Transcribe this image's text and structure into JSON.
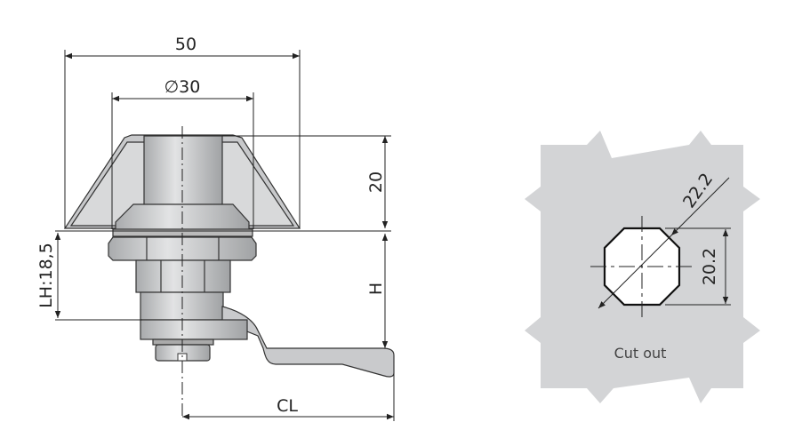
{
  "left_drawing": {
    "dim_width": "50",
    "dim_diameter": "∅30",
    "dim_height": "20",
    "dim_lh": "LH:18,5",
    "dim_h": "H",
    "dim_cl": "CL"
  },
  "right_drawing": {
    "dim_diagonal": "22.2",
    "dim_width": "20.2",
    "caption": "Cut out"
  },
  "colors": {
    "panel": "#d3d4d6",
    "metal": "#c4c6c8",
    "line": "#222222"
  }
}
